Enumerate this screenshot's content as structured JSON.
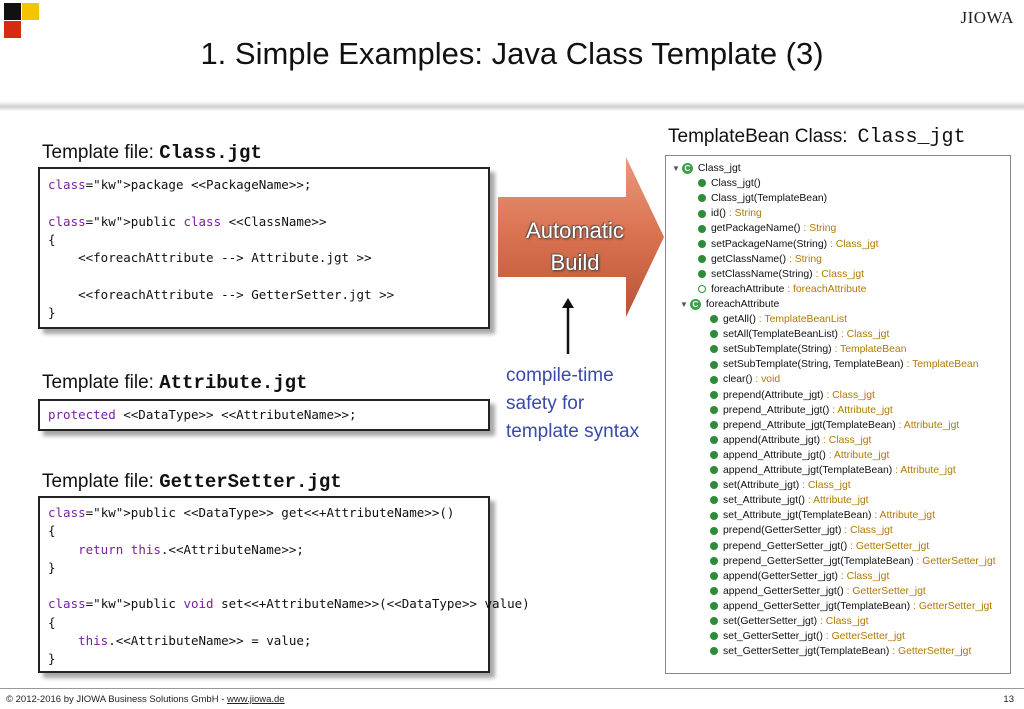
{
  "brand": "JIOWA",
  "colors": {
    "logo_black": "#111111",
    "logo_yellow": "#f5c400",
    "logo_red": "#d62b10",
    "arrow": "#d9714f",
    "note_blue": "#3949ab",
    "method_green": "#2e8b3a"
  },
  "title": "1. Simple Examples:  Java Class Template (3)",
  "class_template": {
    "label": "Template file: ",
    "filename": "Class.jgt",
    "lines": [
      "package <<PackageName>>;",
      "",
      "public class <<ClassName>>",
      "{",
      "    <<foreachAttribute --> Attribute.jgt >>",
      "",
      "    <<foreachAttribute --> GetterSetter.jgt >>",
      "}"
    ]
  },
  "attribute_template": {
    "label": "Template file: ",
    "filename": "Attribute.jgt",
    "lines": [
      "protected <<DataType>> <<AttributeName>>;"
    ]
  },
  "gettersetter_template": {
    "label": "Template file: ",
    "filename": "GetterSetter.jgt",
    "lines": [
      "public <<DataType>> get<<+AttributeName>>()",
      "{",
      "    return this.<<AttributeName>>;",
      "}",
      "",
      "public void set<<+AttributeName>>(<<DataType>> value)",
      "{",
      "    this.<<AttributeName>> = value;",
      "}"
    ]
  },
  "arrow_label_line1": "Automatic",
  "arrow_label_line2": "Build",
  "compile_note": [
    "compile-time",
    "safety for",
    "template syntax"
  ],
  "bean": {
    "label": "TemplateBean Class:",
    "classname": "Class_jgt",
    "tree": [
      {
        "kind": "class",
        "name": "Class_jgt",
        "type": "",
        "icon": "class-icon"
      },
      {
        "kind": "ctor",
        "name": "Class_jgt()",
        "type": "",
        "icon": "constructor-icon"
      },
      {
        "kind": "ctor",
        "name": "Class_jgt(TemplateBean)",
        "type": "",
        "icon": "constructor-icon"
      },
      {
        "kind": "method",
        "name": "id()",
        "type": " : String",
        "icon": "method-icon"
      },
      {
        "kind": "method",
        "name": "getPackageName()",
        "type": " : String",
        "icon": "method-icon"
      },
      {
        "kind": "method",
        "name": "setPackageName(String)",
        "type": " : Class_jgt",
        "icon": "method-icon"
      },
      {
        "kind": "method",
        "name": "getClassName()",
        "type": " : String",
        "icon": "method-icon"
      },
      {
        "kind": "method",
        "name": "setClassName(String)",
        "type": " : Class_jgt",
        "icon": "method-icon"
      },
      {
        "kind": "field",
        "name": "foreachAttribute",
        "type": " : foreachAttribute",
        "icon": "field-icon"
      },
      {
        "kind": "class",
        "name": "foreachAttribute",
        "type": "",
        "icon": "inner-class-icon"
      },
      {
        "kind": "sub",
        "name": "getAll()",
        "type": " : TemplateBeanList",
        "icon": "method-icon"
      },
      {
        "kind": "sub",
        "name": "setAll(TemplateBeanList)",
        "type": " : Class_jgt",
        "icon": "method-icon"
      },
      {
        "kind": "sub",
        "name": "setSubTemplate(String)",
        "type": " : TemplateBean",
        "icon": "method-icon"
      },
      {
        "kind": "sub",
        "name": "setSubTemplate(String, TemplateBean)",
        "type": " : TemplateBean",
        "icon": "method-icon"
      },
      {
        "kind": "sub",
        "name": "clear()",
        "type": " : void",
        "icon": "method-icon"
      },
      {
        "kind": "sub",
        "name": "prepend(Attribute_jgt)",
        "type": " : Class_jgt",
        "icon": "method-icon"
      },
      {
        "kind": "sub",
        "name": "prepend_Attribute_jgt()",
        "type": " : Attribute_jgt",
        "icon": "method-icon"
      },
      {
        "kind": "sub",
        "name": "prepend_Attribute_jgt(TemplateBean)",
        "type": " : Attribute_jgt",
        "icon": "method-icon"
      },
      {
        "kind": "sub",
        "name": "append(Attribute_jgt)",
        "type": " : Class_jgt",
        "icon": "method-icon"
      },
      {
        "kind": "sub",
        "name": "append_Attribute_jgt()",
        "type": " : Attribute_jgt",
        "icon": "method-icon"
      },
      {
        "kind": "sub",
        "name": "append_Attribute_jgt(TemplateBean)",
        "type": " : Attribute_jgt",
        "icon": "method-icon"
      },
      {
        "kind": "sub",
        "name": "set(Attribute_jgt)",
        "type": " : Class_jgt",
        "icon": "method-icon"
      },
      {
        "kind": "sub",
        "name": "set_Attribute_jgt()",
        "type": " : Attribute_jgt",
        "icon": "method-icon"
      },
      {
        "kind": "sub",
        "name": "set_Attribute_jgt(TemplateBean)",
        "type": " : Attribute_jgt",
        "icon": "method-icon"
      },
      {
        "kind": "sub",
        "name": "prepend(GetterSetter_jgt)",
        "type": " : Class_jgt",
        "icon": "method-icon"
      },
      {
        "kind": "sub",
        "name": "prepend_GetterSetter_jgt()",
        "type": " : GetterSetter_jgt",
        "icon": "method-icon"
      },
      {
        "kind": "sub",
        "name": "prepend_GetterSetter_jgt(TemplateBean)",
        "type": " : GetterSetter_jgt",
        "icon": "method-icon"
      },
      {
        "kind": "sub",
        "name": "append(GetterSetter_jgt)",
        "type": " : Class_jgt",
        "icon": "method-icon"
      },
      {
        "kind": "sub",
        "name": "append_GetterSetter_jgt()",
        "type": " : GetterSetter_jgt",
        "icon": "method-icon"
      },
      {
        "kind": "sub",
        "name": "append_GetterSetter_jgt(TemplateBean)",
        "type": " : GetterSetter_jgt",
        "icon": "method-icon"
      },
      {
        "kind": "sub",
        "name": "set(GetterSetter_jgt)",
        "type": " : Class_jgt",
        "icon": "method-icon"
      },
      {
        "kind": "sub",
        "name": "set_GetterSetter_jgt()",
        "type": " : GetterSetter_jgt",
        "icon": "method-icon"
      },
      {
        "kind": "sub",
        "name": "set_GetterSetter_jgt(TemplateBean)",
        "type": " : GetterSetter_jgt",
        "icon": "method-icon"
      }
    ]
  },
  "footer": {
    "text": "© 2012-2016 by JIOWA Business Solutions GmbH - ",
    "link": "www.jiowa.de",
    "page": "13"
  }
}
